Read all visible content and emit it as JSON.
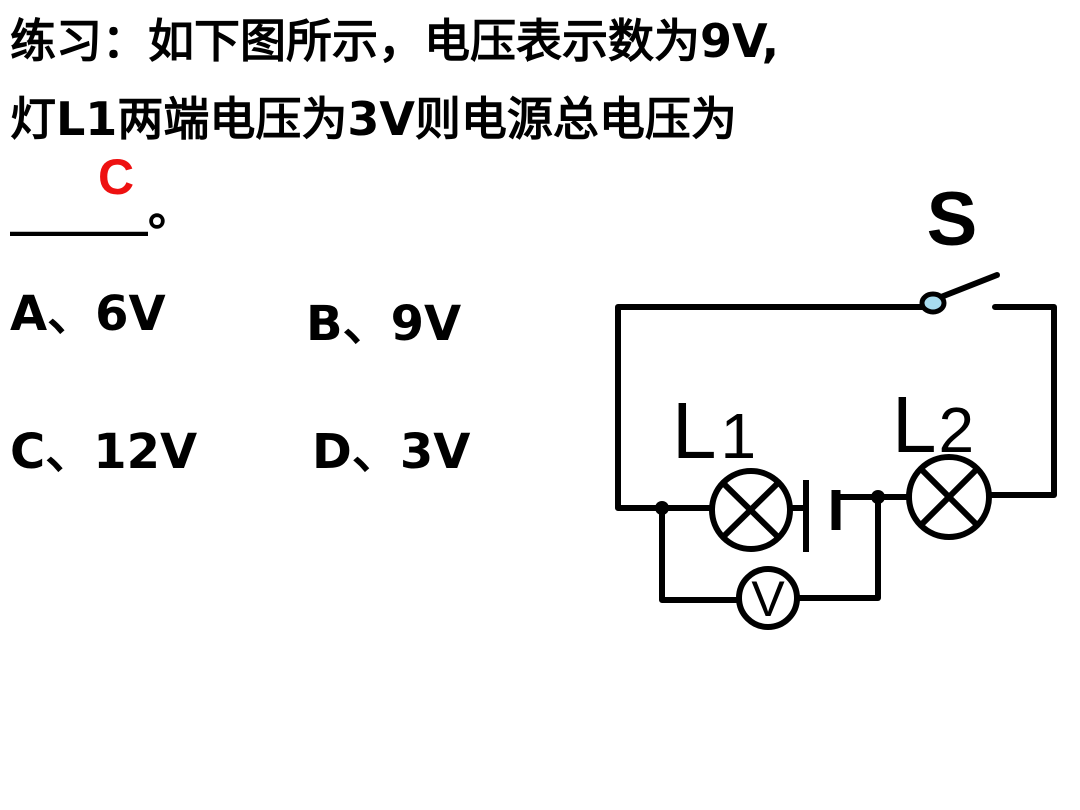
{
  "question": {
    "line1": "练习：如下图所示，电压表示数为9V,",
    "line2": "灯L1两端电压为3V则电源总电压为",
    "line3": "______。",
    "answer": "C"
  },
  "options": [
    {
      "text": "A、6V"
    },
    {
      "text": "B、9V"
    },
    {
      "text": "C、12V"
    },
    {
      "text": "D、3V"
    }
  ],
  "circuit": {
    "switch_label": "S",
    "lamp1": {
      "letter": "L",
      "digit": "1"
    },
    "lamp2": {
      "letter": "L",
      "digit": "2"
    },
    "meter_label": "V"
  },
  "colors": {
    "answer": "#ee1111",
    "text": "#000000",
    "switch_contact": "#a8dcef"
  }
}
